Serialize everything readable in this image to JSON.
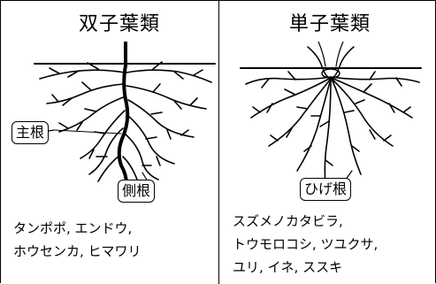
{
  "dicots": {
    "title": "双子葉類",
    "label_main_root": "主根",
    "label_lateral_root": "側根",
    "species_line1": "タンポポ, エンドウ,",
    "species_line2": "ホウセンカ, ヒマワリ"
  },
  "monocots": {
    "title": "単子葉類",
    "label_fibrous_root": "ひげ根",
    "species_line1": "スズメノカタビラ,",
    "species_line2": "トウモロコシ, ツユクサ,",
    "species_line3": "ユリ, イネ, ススキ"
  }
}
